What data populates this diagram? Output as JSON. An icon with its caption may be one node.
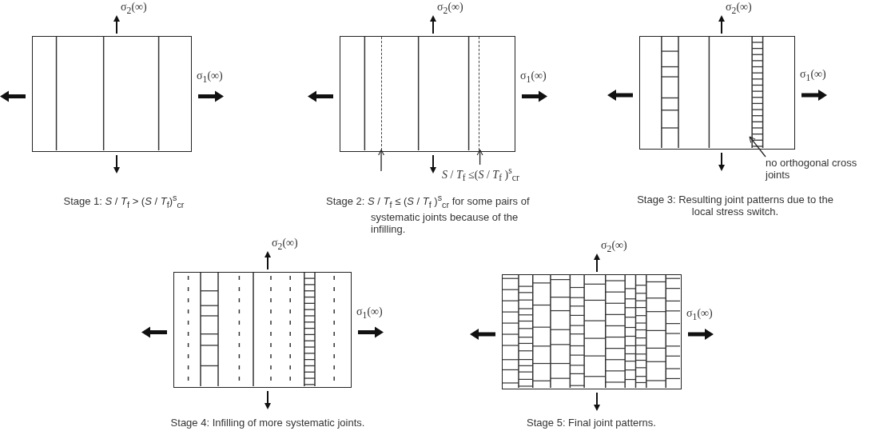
{
  "diagram": {
    "nodes": [
      {
        "text": [],
        "shape": "box"
      },
      {
        "text": [],
        "shape": "box"
      },
      {
        "text": [],
        "shape": "bar",
        "in": 1
      },
      {
        "text": [],
        "shape": "bar",
        "in": 1
      },
      {
        "text": [
          "*S* / *T*$_{f}$ ≤(*S* / *T*$_{f}$ )$^{s}$$_{cr}$"
        ]
      },
      {
        "text": [],
        "shape": "box"
      },
      {
        "text": [
          "no orthogonal cross joints"
        ]
      },
      {
        "text": [],
        "shape": "box"
      },
      {
        "text": [],
        "shape": "box"
      }
    ],
    "edges": [
      {
        "from": 4,
        "to": 3,
        "arrow": "to"
      },
      {
        "from": null,
        "to": 2,
        "arrow": "to"
      },
      {
        "from": 6,
        "to": 5,
        "arrow": "to"
      }
    ],
    "labels": [
      "σ$_{2}$(∞)",
      "σ$_{1}$(∞)",
      "σ$_{2}$(∞)",
      "σ$_{1}$(∞)",
      "σ$_{2}$(∞)",
      "σ$_{1}$(∞)",
      "σ$_{2}$(∞)",
      "σ$_{1}$(∞)",
      "σ$_{2}$(∞)",
      "σ$_{1}$(∞)",
      "Stage 1: *S* / *T*$_{f}$ > (*S* / *T*$_{f}$)$^{s}$$_{cr}$",
      "Stage 2: *S* / *T*$_{f}$ ≤ (*S* / *T*$_{f}$ )$^{s}$$_{cr}$ for some pairs of systematic joints because of the infilling.",
      "Stage 3: Resulting joint patterns due to the local stress switch.",
      "Stage 4: Infilling of more systematic joints.",
      "Stage 5: Final joint patterns."
    ]
  }
}
